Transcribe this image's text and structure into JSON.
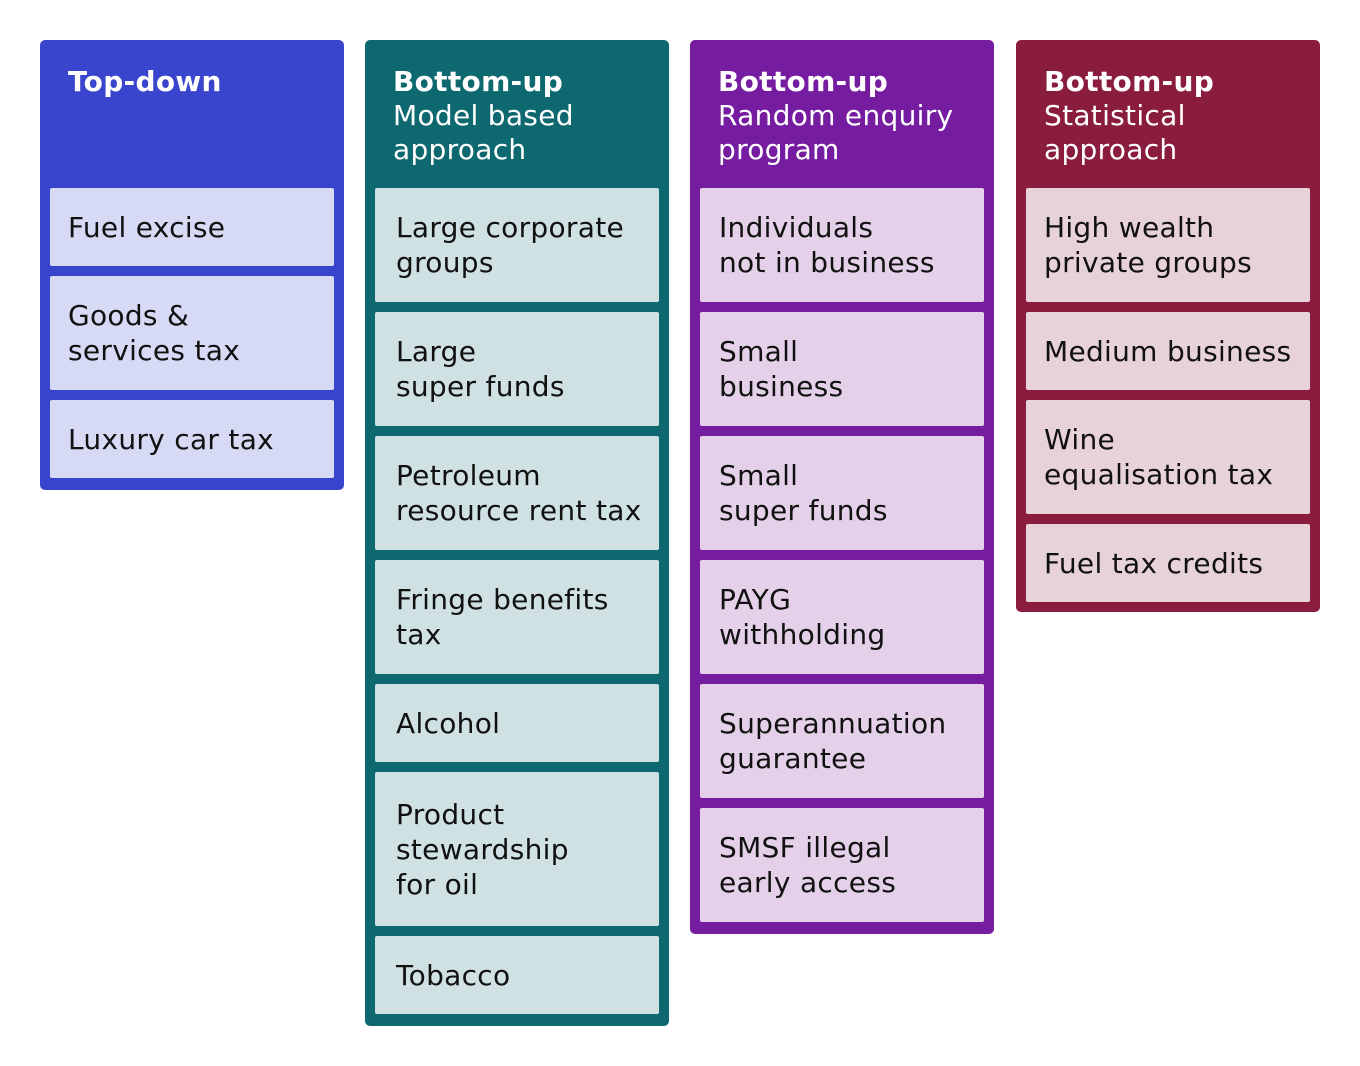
{
  "columns": [
    {
      "title": "Top-down",
      "subtitle": "",
      "color": "#3945cc",
      "items": [
        "Fuel excise",
        "Goods &\nservices tax",
        "Luxury car tax"
      ]
    },
    {
      "title": "Bottom-up",
      "subtitle": "Model based\napproach",
      "color": "#0e6870",
      "items": [
        "Large corporate\ngroups",
        "Large\nsuper funds",
        "Petroleum\nresource rent tax",
        "Fringe benefits\ntax",
        "Alcohol",
        "Product\nstewardship\nfor oil",
        "Tobacco"
      ]
    },
    {
      "title": "Bottom-up",
      "subtitle": "Random enquiry\nprogram",
      "color": "#761ca0",
      "items": [
        "Individuals\nnot in business",
        "Small\nbusiness",
        "Small\nsuper funds",
        "PAYG\nwithholding",
        "Superannuation\nguarantee",
        "SMSF illegal\nearly access"
      ]
    },
    {
      "title": "Bottom-up",
      "subtitle": "Statistical\napproach",
      "color": "#8a1d3e",
      "items": [
        "High wealth\nprivate groups",
        "Medium business",
        "Wine\nequalisation tax",
        "Fuel tax credits"
      ]
    }
  ]
}
